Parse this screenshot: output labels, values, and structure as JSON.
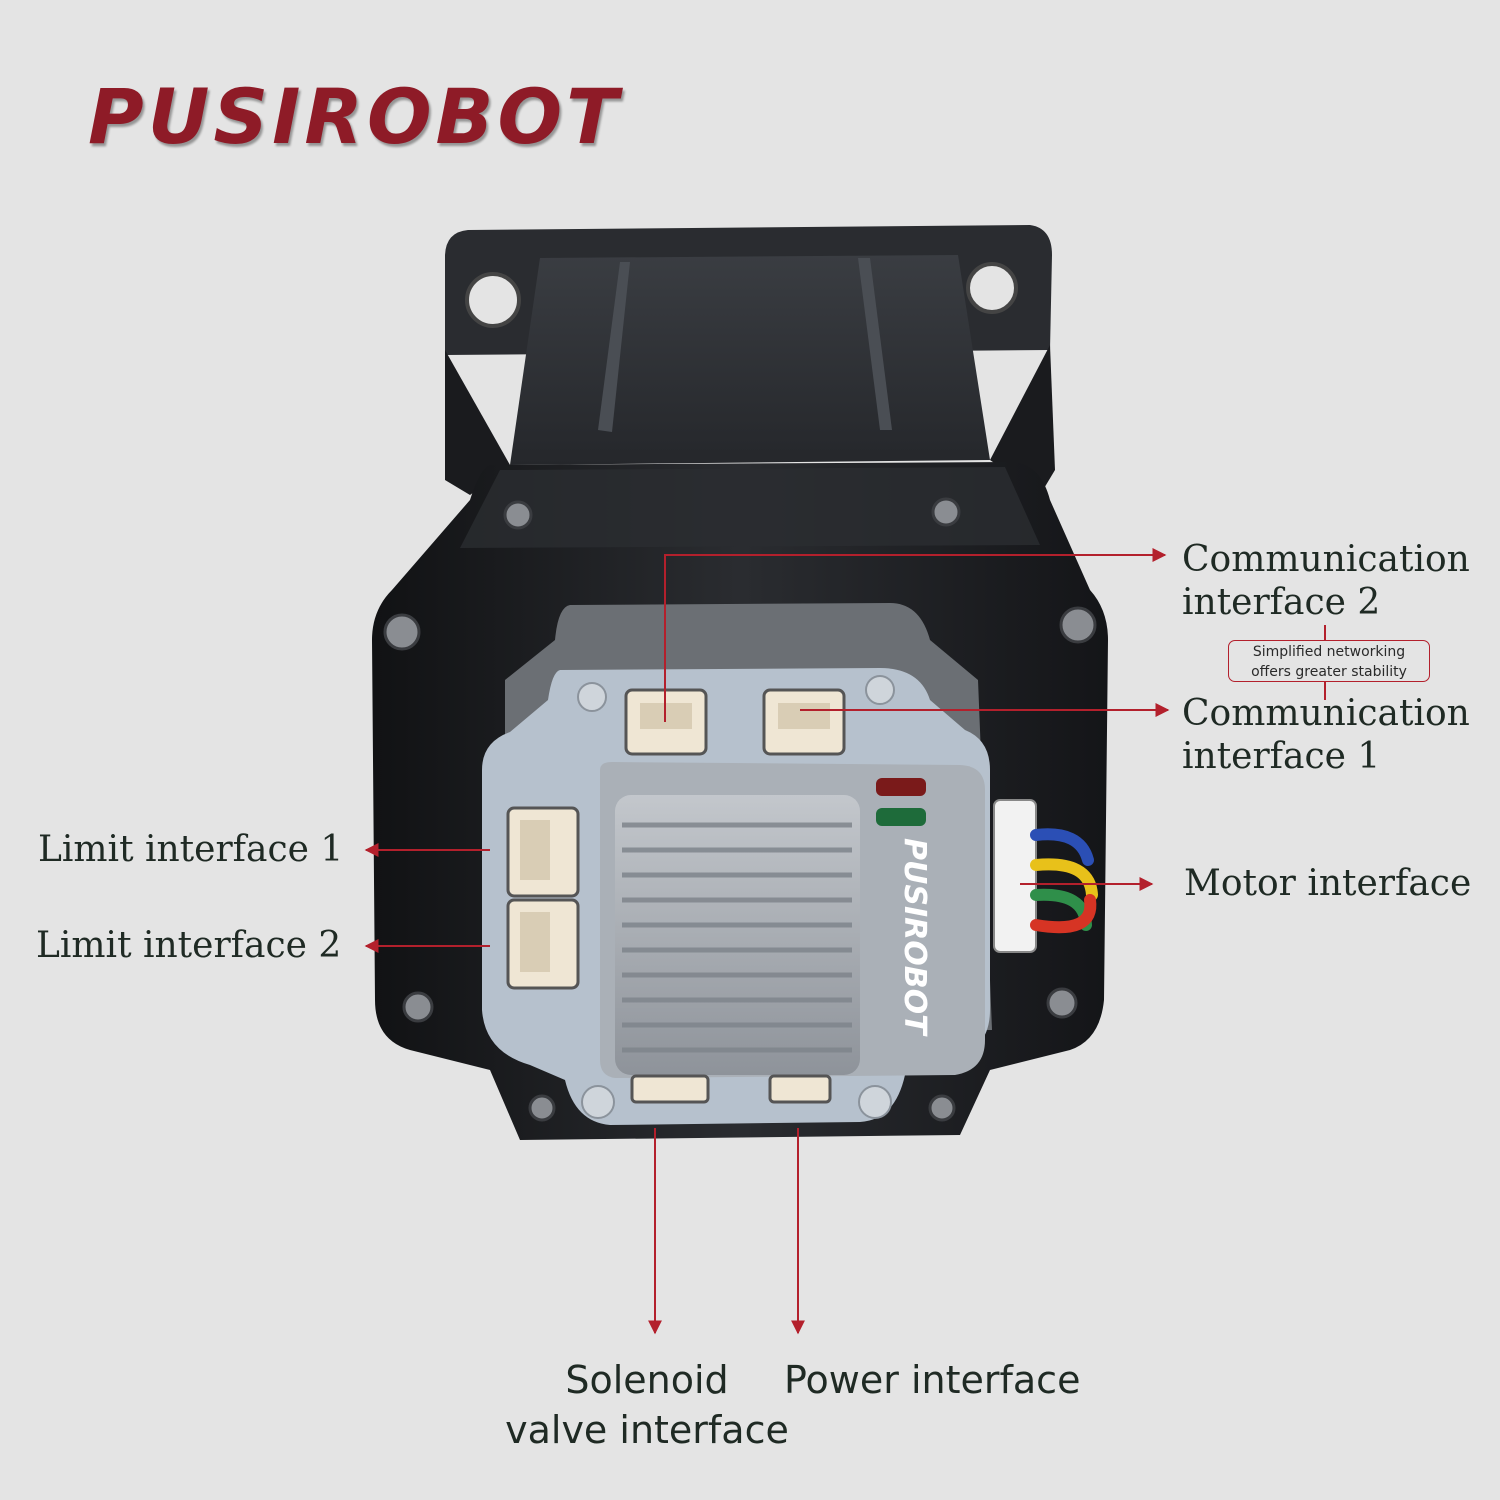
{
  "brand": {
    "logo_text": "PUSIROBOT",
    "module_logo": "PUSIROBOT"
  },
  "labels": {
    "comm2_line1": "Communication",
    "comm2_line2": "interface 2",
    "comm1_line1": "Communication",
    "comm1_line2": "interface 1",
    "note_line1": "Simplified networking",
    "note_line2": "offers greater stability",
    "motor": "Motor interface",
    "limit1": "Limit interface 1",
    "limit2": "Limit interface 2",
    "solenoid_line1": "Solenoid",
    "solenoid_line2": "valve interface",
    "power": "Power interface"
  },
  "colors": {
    "background": "#e4e4e4",
    "accent_red": "#b3202c",
    "logo_red": "#8e1b27",
    "motor_body": "#1e1f22",
    "module_panel": "#b6c1cd",
    "heatsink": "#9ea3aa",
    "led_red": "#7a1a1a",
    "led_green": "#1e6b3a",
    "wire_colors": [
      "#2b4fb5",
      "#e8c11a",
      "#2f8f4a",
      "#d63424"
    ]
  }
}
